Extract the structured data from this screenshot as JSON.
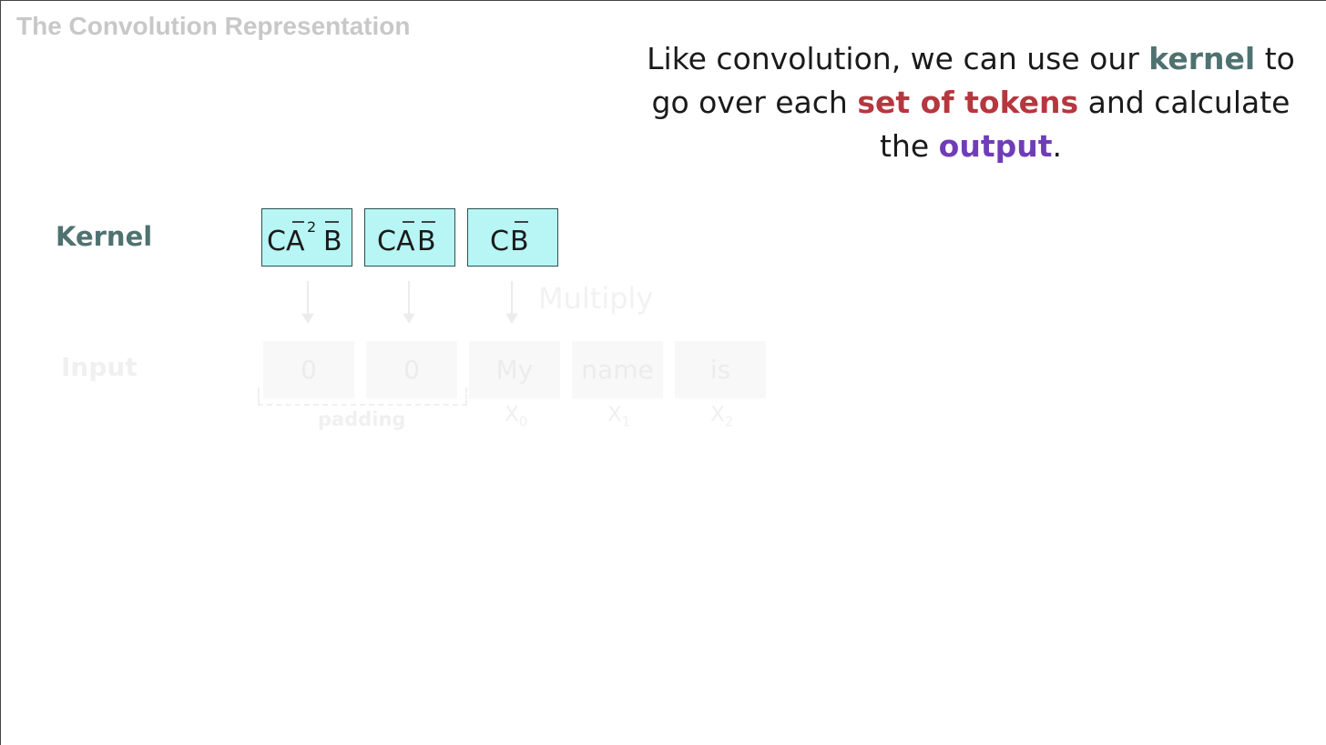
{
  "slide": {
    "title": "The Convolution Representation"
  },
  "caption": {
    "part1": "Like convolution, we can use our ",
    "kernel_word": "kernel",
    "part2": " to go over each ",
    "tokens_phrase": "set of tokens",
    "part3": " and calculate the ",
    "output_word": "output",
    "part4": ".",
    "colors": {
      "kernel": "#4f7270",
      "tokens": "#b5373f",
      "output": "#6f3db8"
    }
  },
  "kernel": {
    "label": "Kernel",
    "cells": [
      {
        "parts": [
          "C",
          "A",
          "2",
          "B"
        ],
        "overbars": [
          "A",
          "B"
        ],
        "superscript": "2"
      },
      {
        "parts": [
          "C",
          "A",
          "B"
        ],
        "overbars": [
          "A",
          "B"
        ]
      },
      {
        "parts": [
          "C",
          "B"
        ],
        "overbars": [
          "B"
        ]
      }
    ],
    "cell_color": "#b8f5f5",
    "border_color": "#2f4f4f"
  },
  "faded": {
    "multiply_label": "Multiply",
    "input_label": "Input",
    "tokens": [
      "0",
      "0",
      "My",
      "name",
      "is"
    ],
    "padding_label": "padding",
    "x_labels": [
      {
        "base": "X",
        "sub": "0"
      },
      {
        "base": "X",
        "sub": "1"
      },
      {
        "base": "X",
        "sub": "2"
      }
    ]
  }
}
